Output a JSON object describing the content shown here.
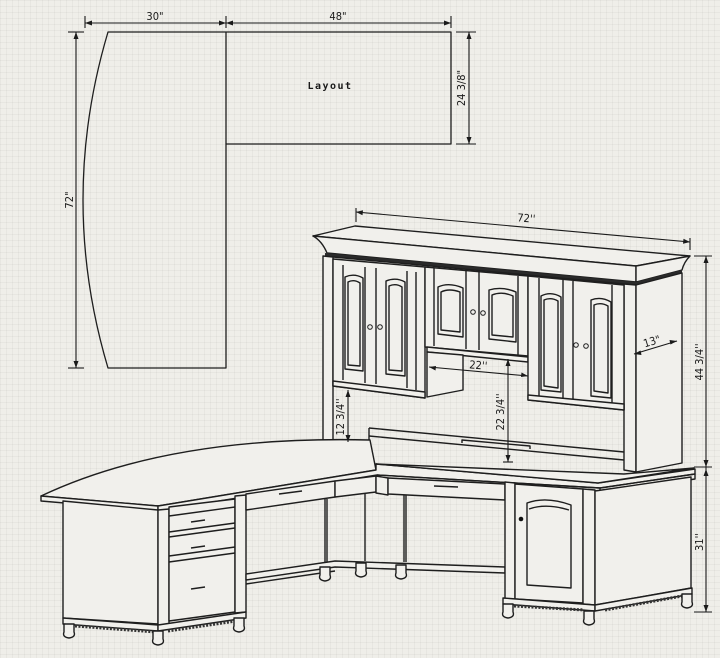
{
  "drawing": {
    "subject": "L-shaped corner desk with hutch",
    "colors": {
      "background": "#efeee9",
      "line": "#1e1e1e",
      "grid": "#e4e3de"
    }
  },
  "layout_plan": {
    "title": "Layout",
    "dimensions": {
      "left_width": "30\"",
      "right_width": "48\"",
      "return_depth": "24 3/8\"",
      "overall_length": "72\""
    }
  },
  "elevation": {
    "dimensions": {
      "hutch_width": "72''",
      "hutch_depth": "13\"",
      "hutch_height": "44 3/4''",
      "desk_height": "31''",
      "center_opening_width": "22''",
      "center_opening_height": "22 3/4''",
      "side_opening_height": "12 3/4''"
    }
  }
}
